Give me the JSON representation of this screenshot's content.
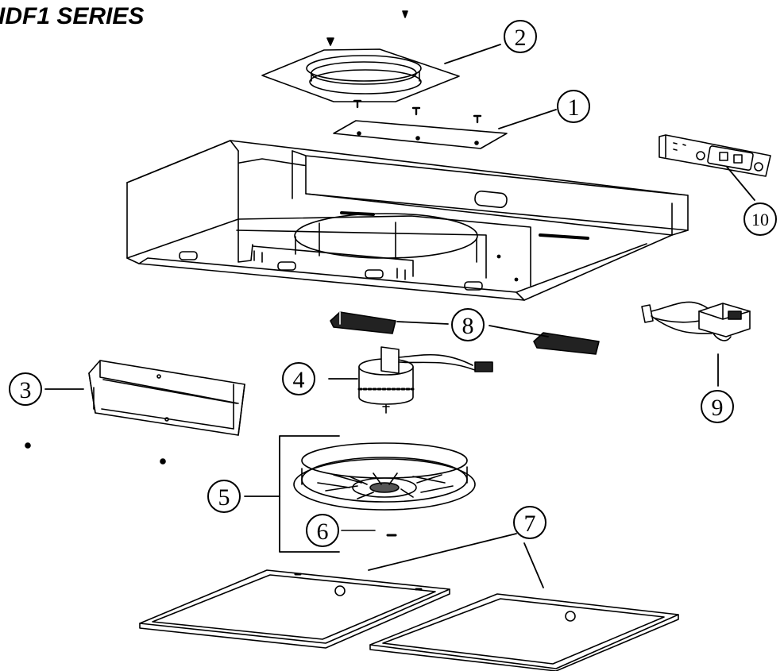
{
  "title": "IDF1 SERIES",
  "callouts": [
    {
      "id": "1",
      "label": "1",
      "part": "top-plate"
    },
    {
      "id": "2",
      "label": "2",
      "part": "duct-collar"
    },
    {
      "id": "3",
      "label": "3",
      "part": "damper-box"
    },
    {
      "id": "4",
      "label": "4",
      "part": "motor"
    },
    {
      "id": "5",
      "label": "5",
      "part": "blower-wheel-assembly"
    },
    {
      "id": "6",
      "label": "6",
      "part": "blower-nut"
    },
    {
      "id": "7",
      "label": "7",
      "part": "grease-filter"
    },
    {
      "id": "8",
      "label": "8",
      "part": "light-lens"
    },
    {
      "id": "9",
      "label": "9",
      "part": "wire-harness"
    },
    {
      "id": "10",
      "label": "10",
      "part": "control-switch-panel"
    }
  ],
  "colors": {
    "line": "#000000",
    "background": "#ffffff",
    "shade": "#d9d9d9"
  }
}
